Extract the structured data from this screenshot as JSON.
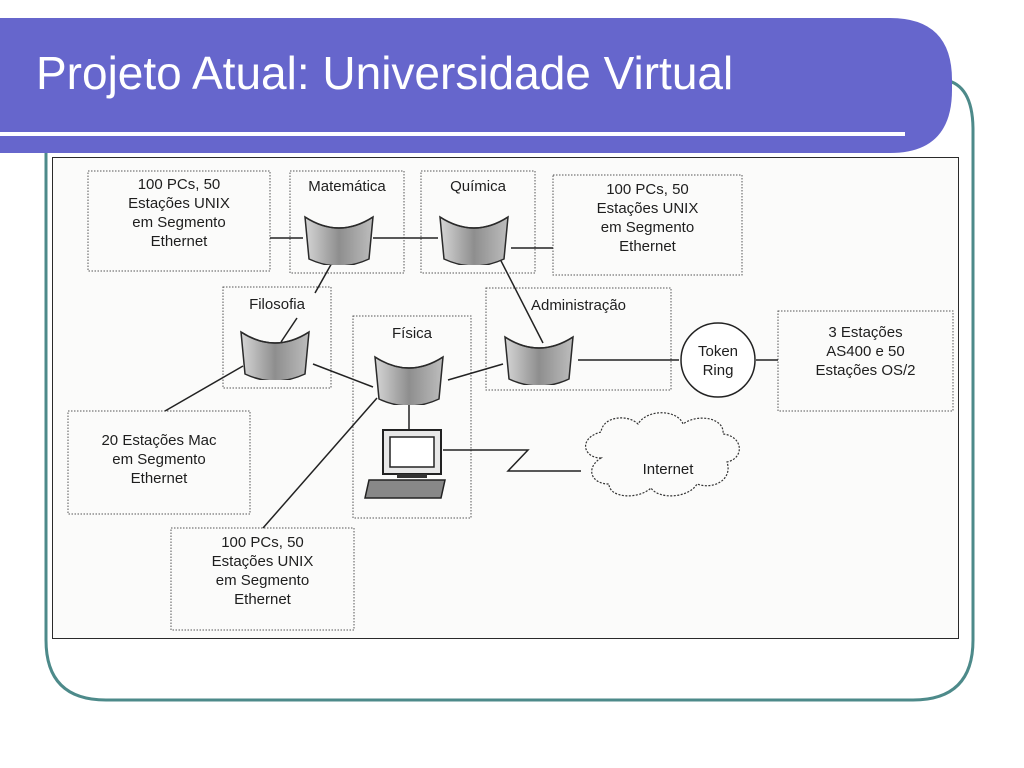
{
  "slide": {
    "title": "Projeto Atual: Universidade Virtual",
    "colors": {
      "header": "#6666cc",
      "frame": "#4d8a8a",
      "rule": "#ffffff"
    }
  },
  "diagram": {
    "segments": {
      "top_left": [
        "100 PCs, 50",
        "Estações UNIX",
        "em Segmento",
        "Ethernet"
      ],
      "top_right": [
        "100 PCs, 50",
        "Estações UNIX",
        "em Segmento",
        "Ethernet"
      ],
      "bottom": [
        "100 PCs, 50",
        "Estações UNIX",
        "em Segmento",
        "Ethernet"
      ],
      "mac": [
        "20 Estações Mac",
        "em Segmento",
        "Ethernet"
      ],
      "as400": [
        "3 Estações",
        "AS400 e 50",
        "Estações OS/2"
      ]
    },
    "departments": {
      "matematica": "Matemática",
      "quimica": "Química",
      "filosofia": "Filosofia",
      "fisica": "Física",
      "administracao": "Administração"
    },
    "token_ring": [
      "Token",
      "Ring"
    ],
    "internet": "Internet",
    "icons": {
      "router": "router-icon",
      "workstation": "computer-icon",
      "cloud": "cloud-icon"
    }
  }
}
